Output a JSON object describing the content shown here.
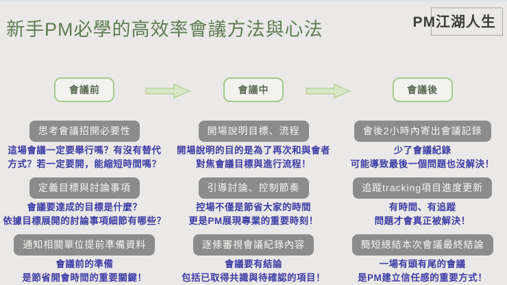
{
  "title": "新手PM必學的高效率會議方法與心法",
  "logo": "PM江湖人生",
  "stages": [
    {
      "label": "會議前"
    },
    {
      "label": "會議中"
    },
    {
      "label": "會議後"
    }
  ],
  "columns": [
    {
      "items": [
        {
          "header": "思考會議招開必要性",
          "line1": "這場會議一定要舉行嗎？有沒有替代",
          "line2": "方式？若一定要開，能縮短時間嗎？"
        },
        {
          "header": "定義目標與討論事項",
          "line1": "會議要達成的目標是什麼？",
          "line2": "依據目標展開的討論事項細節有哪些？"
        },
        {
          "header": "通知相關單位提前準備資料",
          "line1": "會議前的準備",
          "line2": "是節省開會時間的重要關鍵！"
        }
      ]
    },
    {
      "items": [
        {
          "header": "開場說明目標、流程",
          "line1": "開場說明的目的是為了再次和與會者",
          "line2": "對焦會議目標與進行流程！"
        },
        {
          "header": "引導討論、控制節奏",
          "line1": "控場不僅是節省大家的時間",
          "line2": "更是PM展現專業的重要時刻！"
        },
        {
          "header": "逐條審視會議紀錄內容",
          "line1": "會議要有結論",
          "line2": "包括已取得共識與待確認的項目！"
        }
      ]
    },
    {
      "items": [
        {
          "header": "會後2小時內寄出會議記錄",
          "line1": "少了會議紀錄",
          "line2": "可能導致最後一個問題也沒解決！"
        },
        {
          "header": "追蹤tracking項目進度更新",
          "line1": "有時間、有追蹤",
          "line2": "問題才會真正被解決！"
        },
        {
          "header": "簡短總結本次會議最終結論",
          "line1": "一場有頭有尾的會議",
          "line2": "是PM建立信任感的重要方式！"
        }
      ]
    }
  ],
  "colors": {
    "background": "#eae9e7",
    "title_green": "#5e7d53",
    "stage_border_green": "#a6c98a",
    "arrow_fill": "#d9e7c5",
    "arrow_stroke": "#b9d29b",
    "pill_gray": "#8c8c8c",
    "note_indigo": "#3c3ca6",
    "logo_ink": "#3c3c3a"
  }
}
